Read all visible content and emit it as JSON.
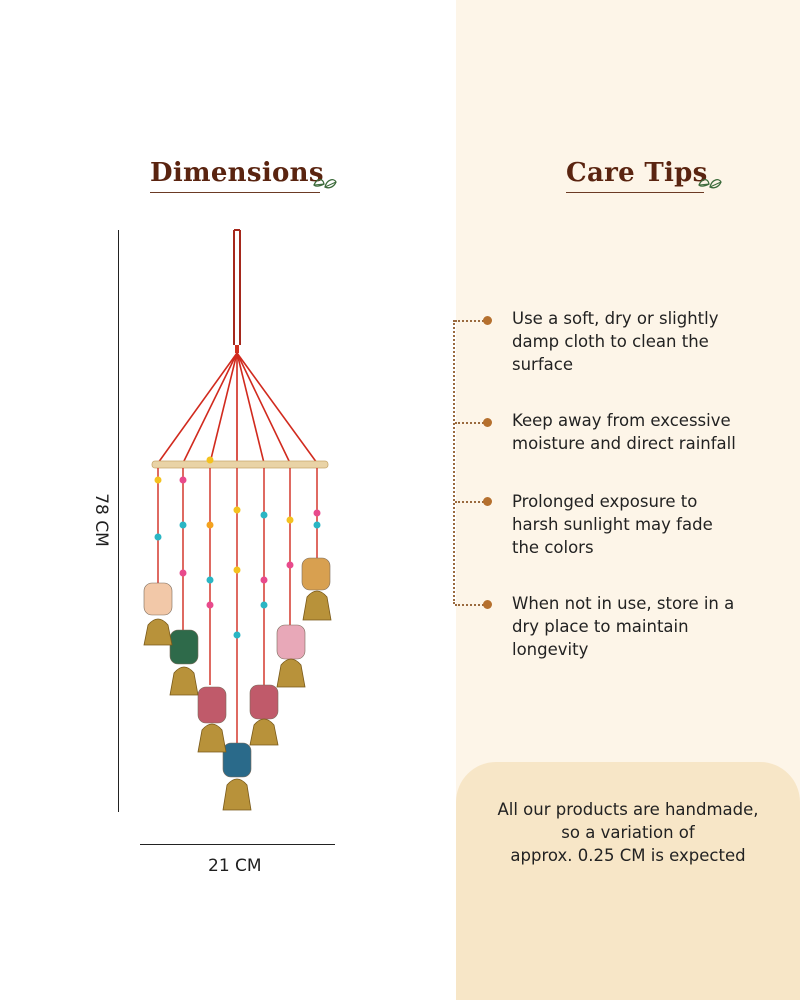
{
  "dimensions": {
    "heading": "Dimensions",
    "height_label": "78 CM",
    "width_label": "21 CM"
  },
  "care": {
    "heading": "Care Tips",
    "tips": [
      "Use a soft, dry or slightly damp cloth to clean the surface",
      "Keep away from excessive moisture and direct rainfall",
      "Prolonged exposure to harsh sunlight may fade the colors",
      "When not in use, store in a dry place to maintain longevity"
    ]
  },
  "note": {
    "lines": [
      "All our products are handmade,",
      "so a variation of",
      "approx. 0.25 CM is expected"
    ]
  },
  "colors": {
    "heading": "#5a2410",
    "panel": "#fdf5e8",
    "note_box": "#f7e6c7",
    "accent_dot": "#b5702e"
  },
  "icons": [
    "leaf-icon",
    "wind-chime-illustration"
  ]
}
